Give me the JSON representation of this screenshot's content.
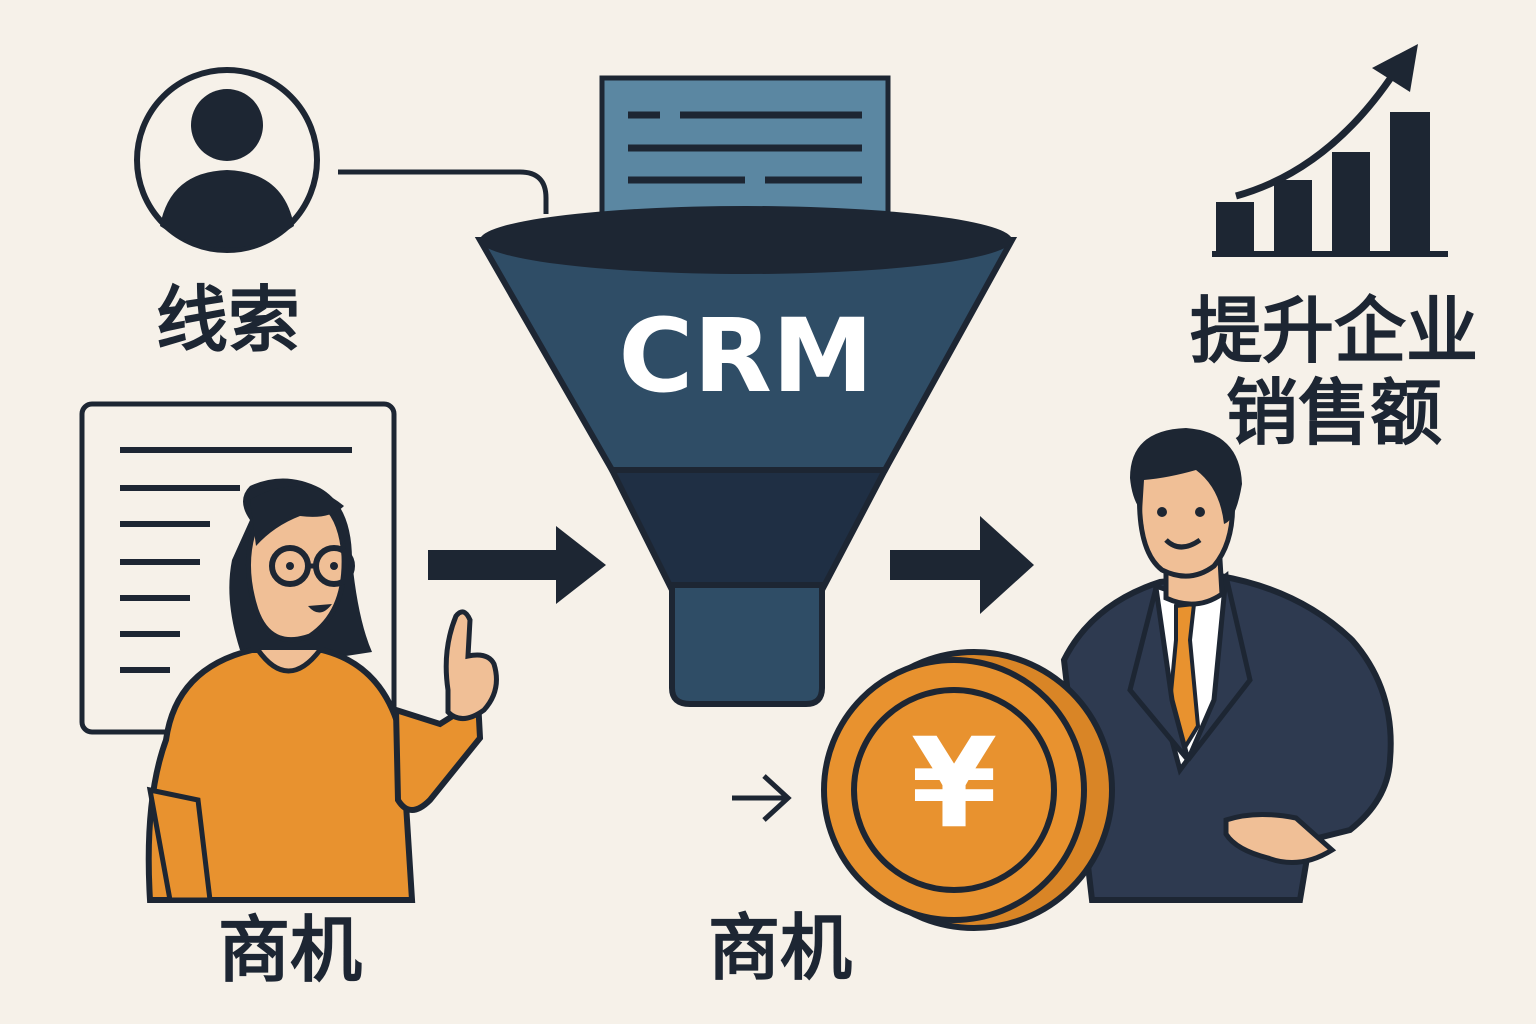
{
  "labels": {
    "lead": "线索",
    "opportunity_left": "商机",
    "opportunity_center": "商机",
    "boost_line1": "提升企业",
    "boost_line2": "销售额",
    "funnel": "CRM",
    "currency": "¥"
  },
  "colors": {
    "background": "#f6f1e9",
    "ink": "#1d2633",
    "funnel_top": "#2f4d66",
    "funnel_bottom": "#1f2f44",
    "document_blue": "#5b87a2",
    "orange": "#e8922f",
    "suit": "#2e3a50",
    "skin": "#f0bf96"
  },
  "icons": [
    "person-circle-icon",
    "document-icon",
    "funnel-icon",
    "arrow-right-icon",
    "bar-chart-growth-icon",
    "yen-coin-icon"
  ]
}
